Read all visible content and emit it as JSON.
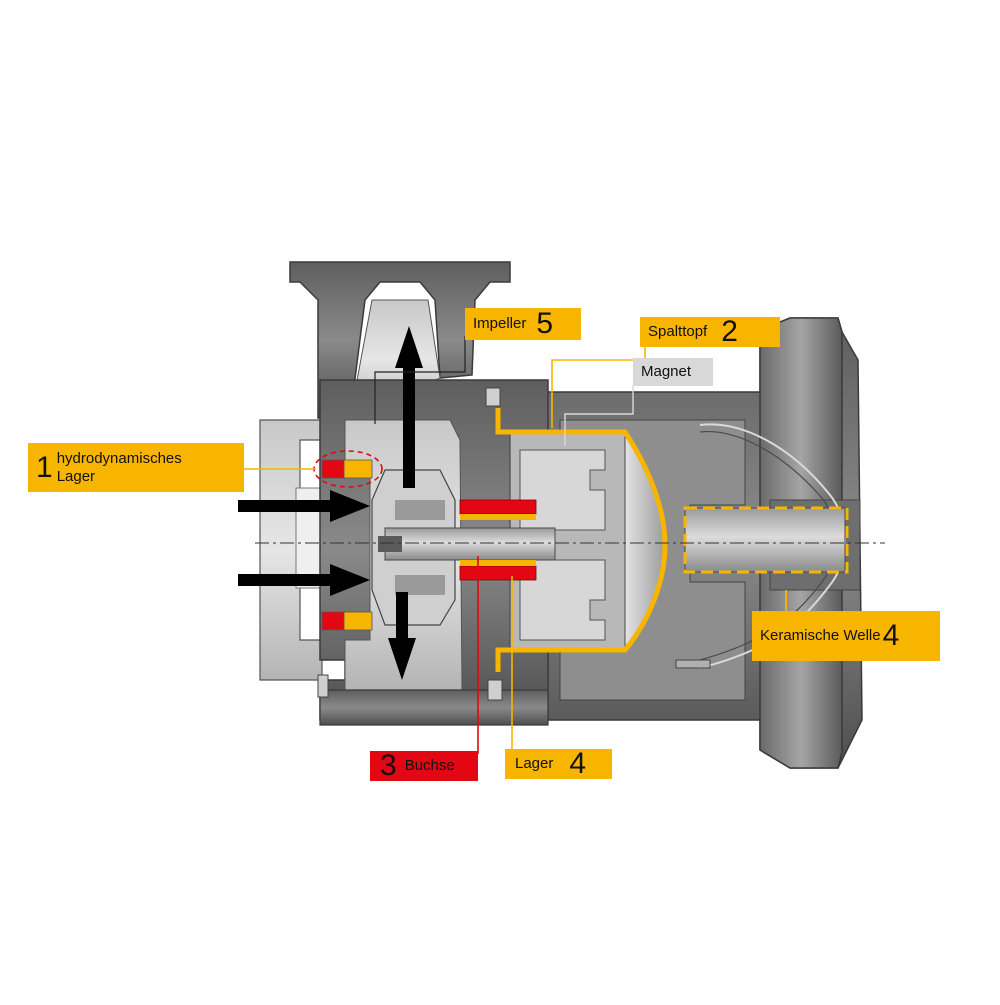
{
  "colors": {
    "label_yellow": "#f7b500",
    "label_red": "#e30613",
    "label_grey": "#d8d8d8",
    "part_yellow": "#f7b500",
    "part_red": "#e30613",
    "housing_grey": "#7a7a7a",
    "arrow": "#000000"
  },
  "labels": {
    "hydrodynamisches_lager": {
      "number": "1",
      "text_line1": "hydrodynamisches",
      "text_line2": "Lager"
    },
    "spalttopf": {
      "text": "Spalttopf",
      "number": "2"
    },
    "impeller": {
      "text": "Impeller",
      "number": "5"
    },
    "magnet": {
      "text": "Magnet"
    },
    "keramische_welle": {
      "text": "Keramische Welle",
      "number": "4"
    },
    "buchse": {
      "number": "3",
      "text": "Buchse"
    },
    "lager": {
      "text": "Lager",
      "number": "4"
    }
  }
}
